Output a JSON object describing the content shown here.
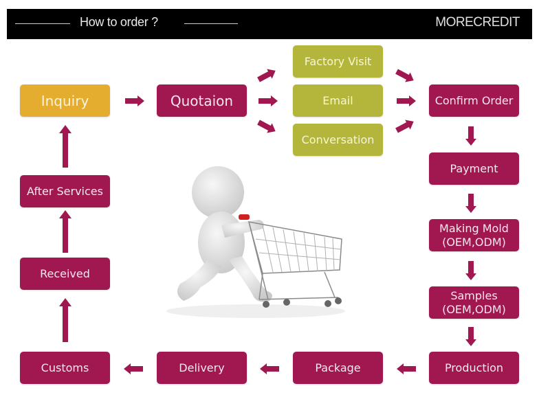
{
  "header": {
    "title": "How to order ?",
    "brand": "MORECREDIT"
  },
  "colors": {
    "primary": "#a0184f",
    "start": "#e5ad2f",
    "options": "#b4b63b",
    "header_bg": "#000000"
  },
  "steps": {
    "inquiry": "Inquiry",
    "quotation": "Quotaion",
    "factory_visit": "Factory Visit",
    "email": "Email",
    "conversation": "Conversation",
    "confirm_order": "Confirm Order",
    "payment": "Payment",
    "making_mold": "Making Mold (OEM,ODM)",
    "samples": "Samples (OEM,ODM)",
    "production": "Production",
    "package": "Package",
    "delivery": "Delivery",
    "customs": "Customs",
    "received": "Received",
    "after_services": "After Services"
  },
  "illustration": {
    "icon": "shopping-cart-person-icon"
  }
}
